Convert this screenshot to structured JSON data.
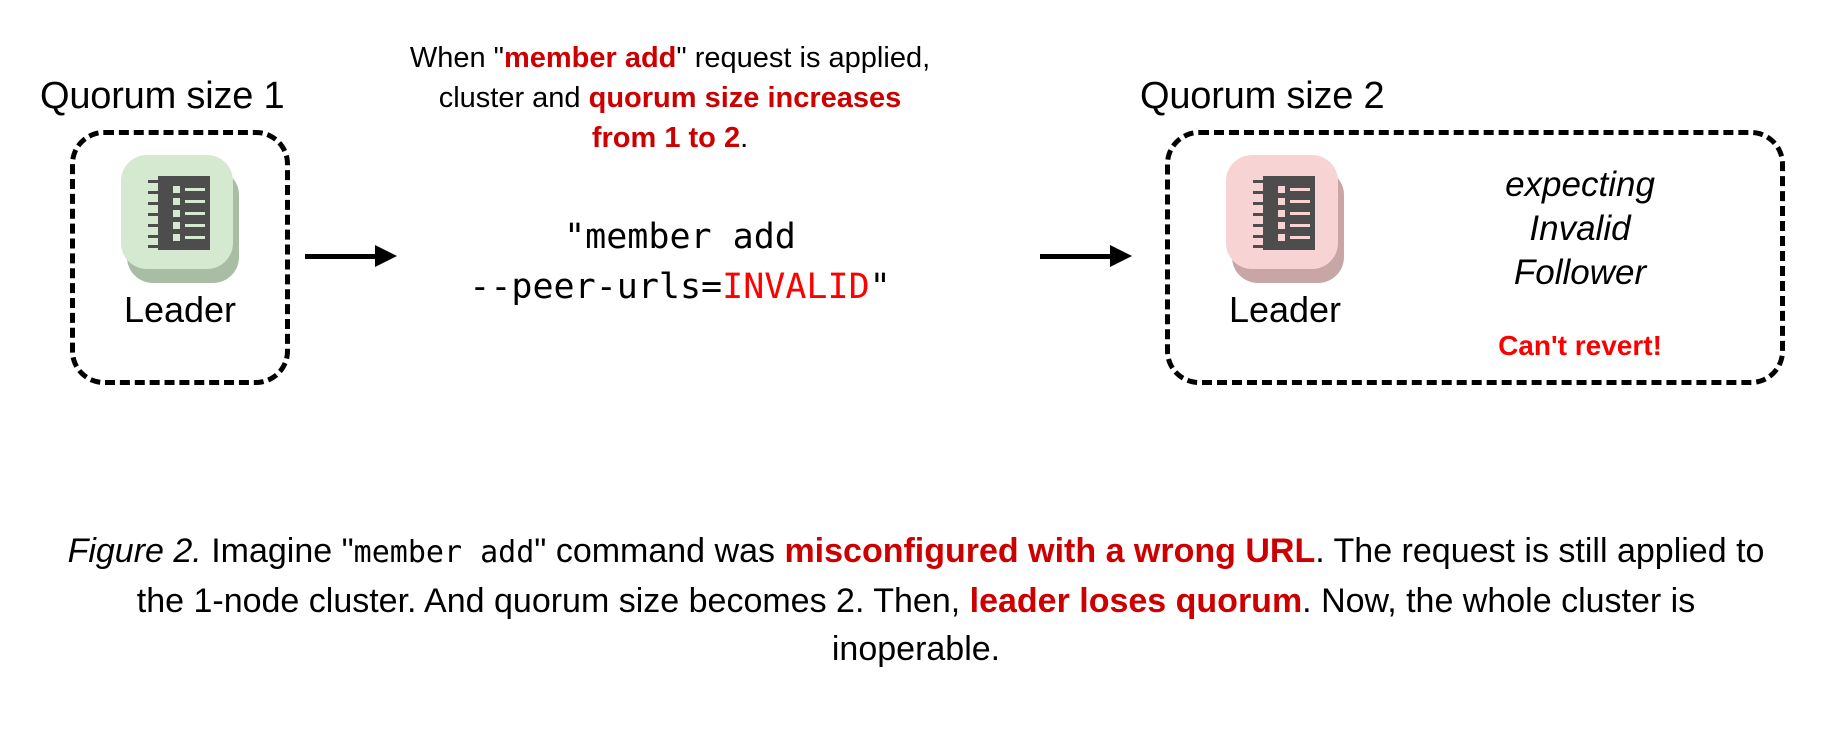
{
  "figure": {
    "left_cluster": {
      "title": "Quorum size 1",
      "node": {
        "label": "Leader",
        "icon": "ledger-node-icon",
        "color": "#d5e8d0"
      }
    },
    "right_cluster": {
      "title": "Quorum size 2",
      "node": {
        "label": "Leader",
        "icon": "ledger-node-icon",
        "color": "#f8d3d3"
      },
      "follower_note": [
        "expecting",
        "Invalid",
        "Follower"
      ],
      "warning": "Can't revert!"
    },
    "top_note": {
      "line1_pre": "When \"",
      "line1_hl": "member add",
      "line1_post": "\" request is applied,",
      "line2_pre": "cluster and ",
      "line2_hl": "quorum size increases",
      "line3_hl": "from 1 to 2",
      "line3_post": "."
    },
    "command": {
      "line1": "\"member add",
      "line2_pre": "--peer-urls=",
      "line2_invalid": "INVALID",
      "line2_post": "\""
    },
    "arrows": [
      {
        "name": "arrow-left-to-command",
        "direction": "right"
      },
      {
        "name": "arrow-command-to-right-cluster",
        "direction": "right"
      }
    ],
    "caption": {
      "label": "Figure 2.",
      "seg1": " Imagine \"",
      "mono1": "member add",
      "seg2": "\" command was ",
      "hl1": "misconfigured with a wrong URL",
      "seg3": ". The request is still applied to the 1-node cluster. And quorum size becomes 2. Then, ",
      "hl2": "leader loses quorum",
      "seg4": ". Now, the whole cluster is inoperable."
    },
    "colors": {
      "highlight_red": "#cc0000",
      "bright_red": "#ff0000",
      "node_green": "#d5e8d0",
      "node_pink": "#f8d3d3",
      "icon_gray": "#4d4d4d",
      "background": "#ffffff"
    }
  }
}
